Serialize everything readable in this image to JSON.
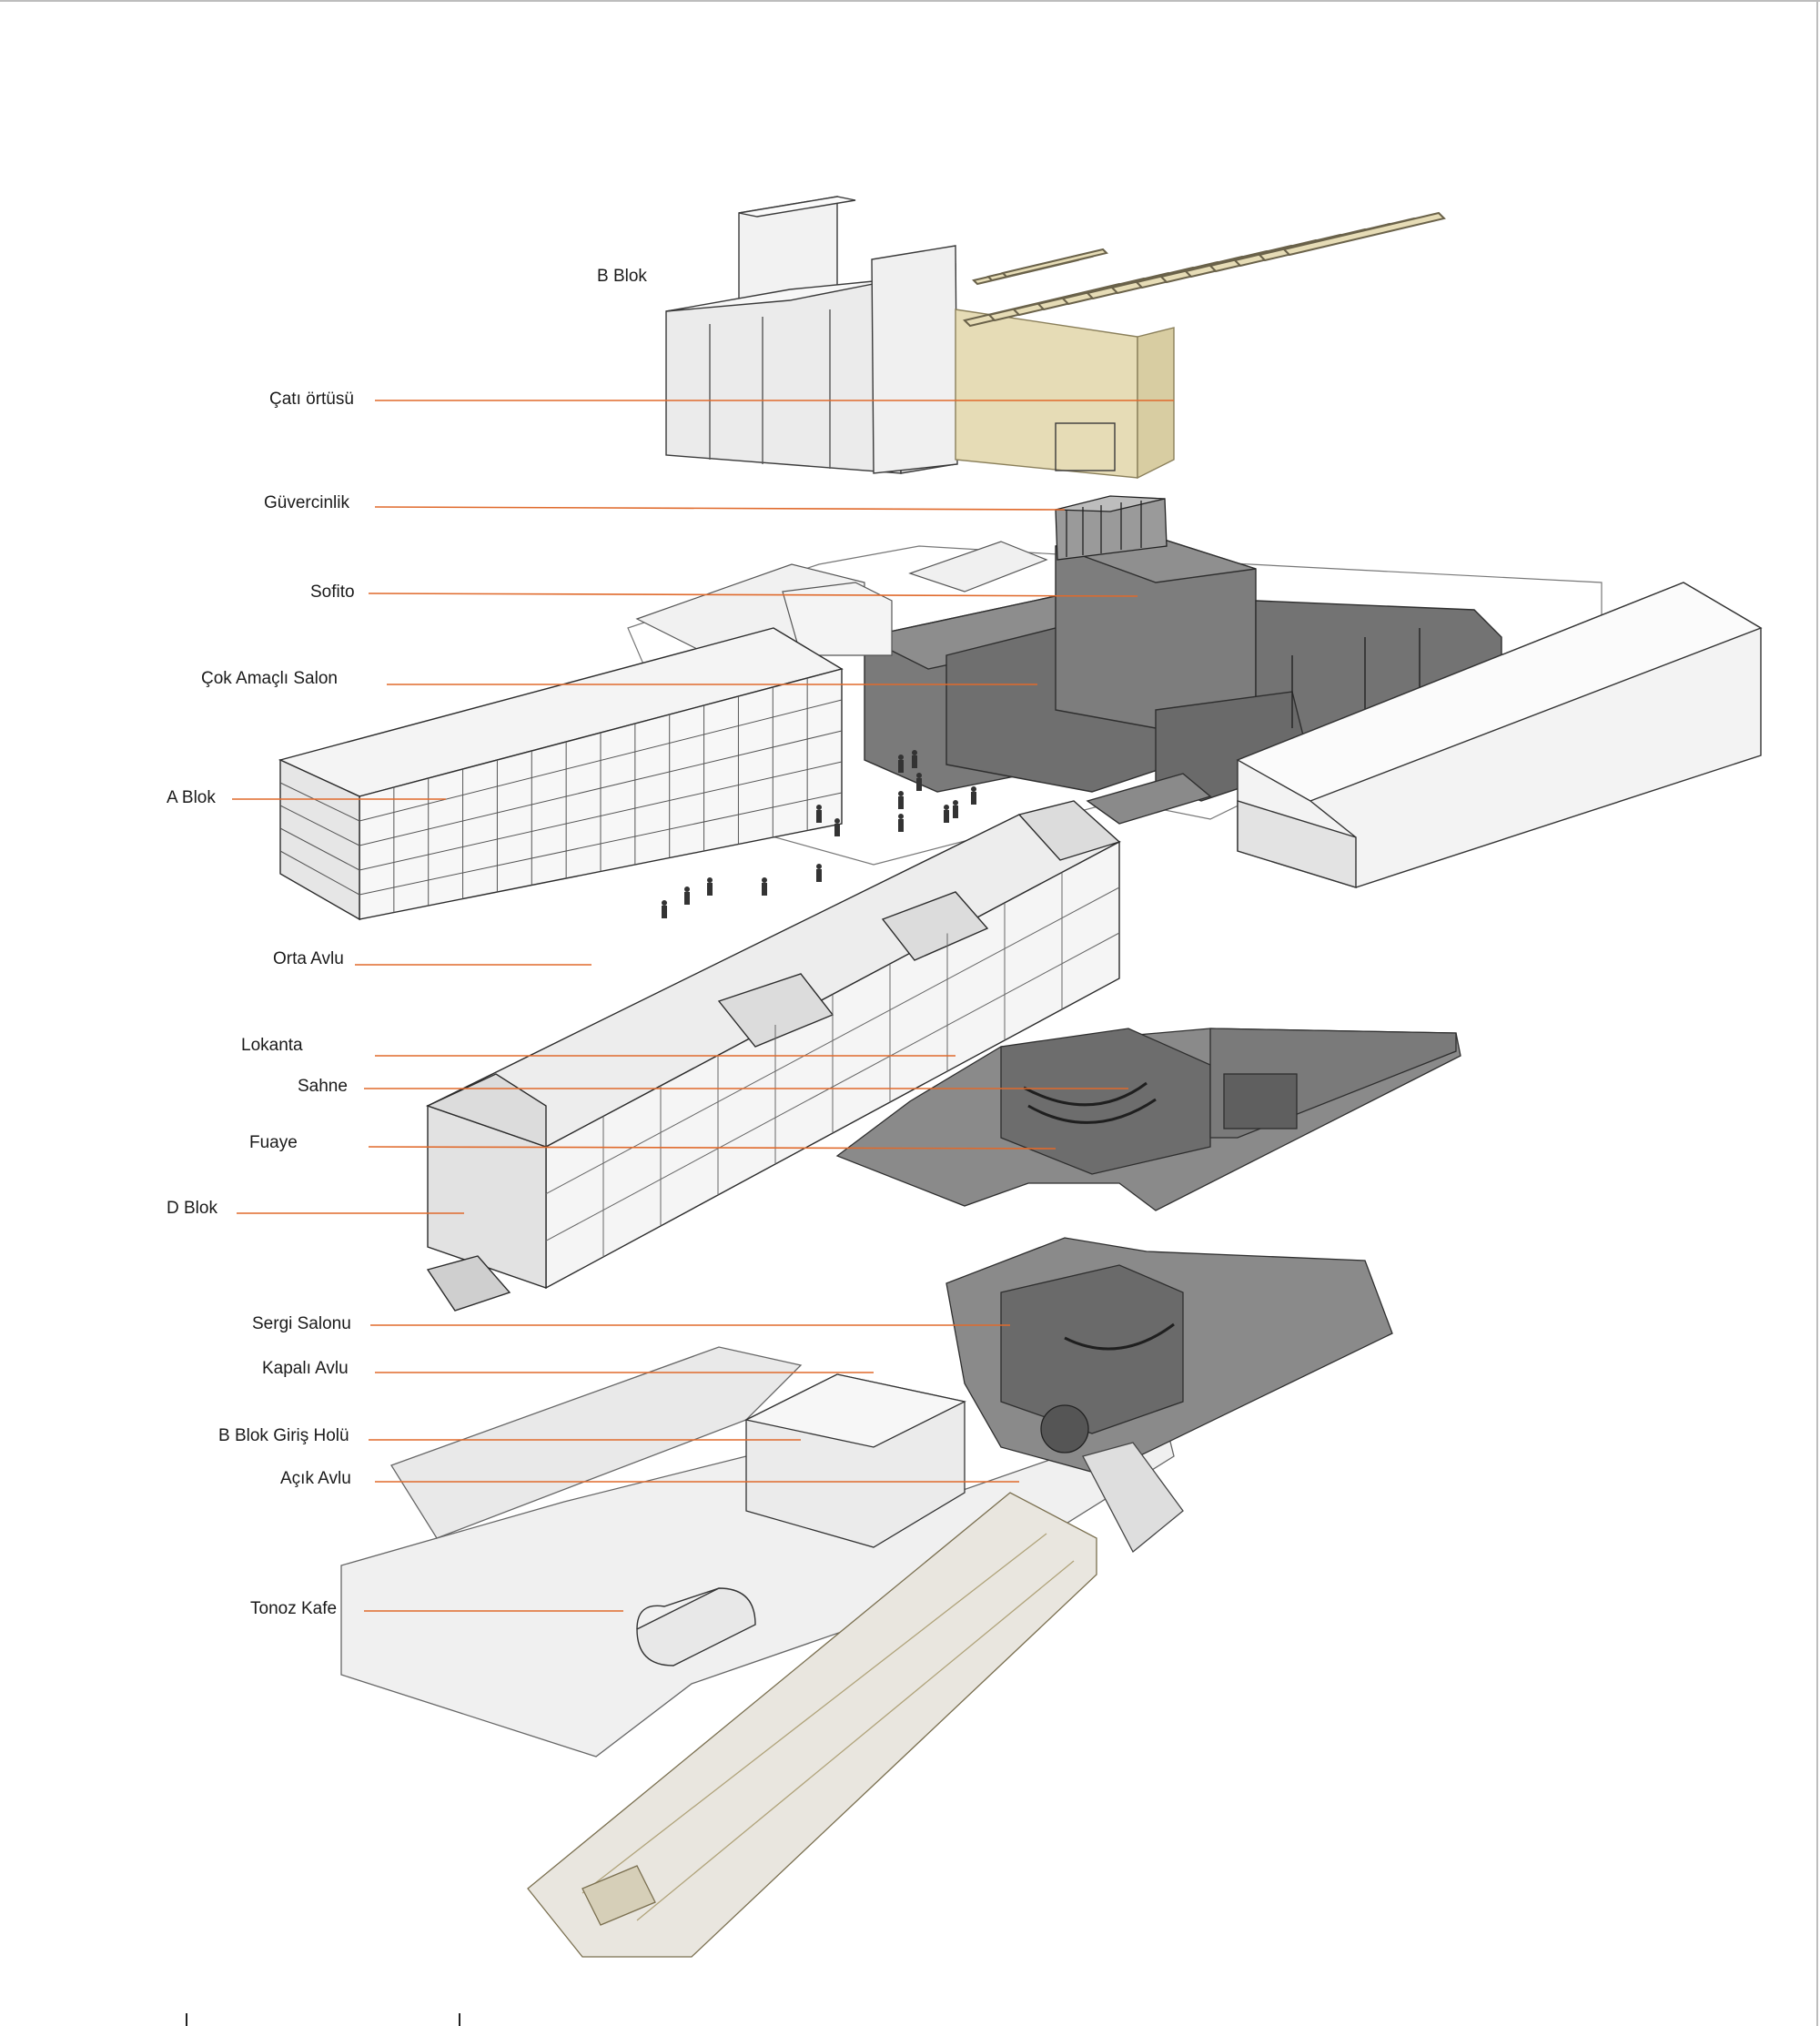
{
  "labels": {
    "b_blok": "B Blok",
    "cati_ortusu": "Çatı örtüsü",
    "guvercinlik": "Güvercinlik",
    "sofito": "Sofito",
    "cok_amacli_salon": "Çok Amaçlı Salon",
    "a_blok": "A Blok",
    "orta_avlu": "Orta Avlu",
    "lokanta": "Lokanta",
    "sahne": "Sahne",
    "fuaye": "Fuaye",
    "d_blok": "D Blok",
    "sergi_salonu": "Sergi Salonu",
    "kapali_avlu": "Kapalı Avlu",
    "b_blok_giris_holu": "B Blok Giriş Holü",
    "acik_avlu": "Açık Avlu",
    "tonoz_kafe": "Tonoz Kafe"
  },
  "colors": {
    "leader": "#e06a2c",
    "label": "#1a1a1a",
    "dark_mass": "#6e6e6e",
    "mid_mass": "#9a9a9a",
    "light_mass": "#ececec",
    "roof_cover": "#e6dcb6",
    "edge": "#3a3a3a",
    "floor_plan": "#e9e6df"
  }
}
